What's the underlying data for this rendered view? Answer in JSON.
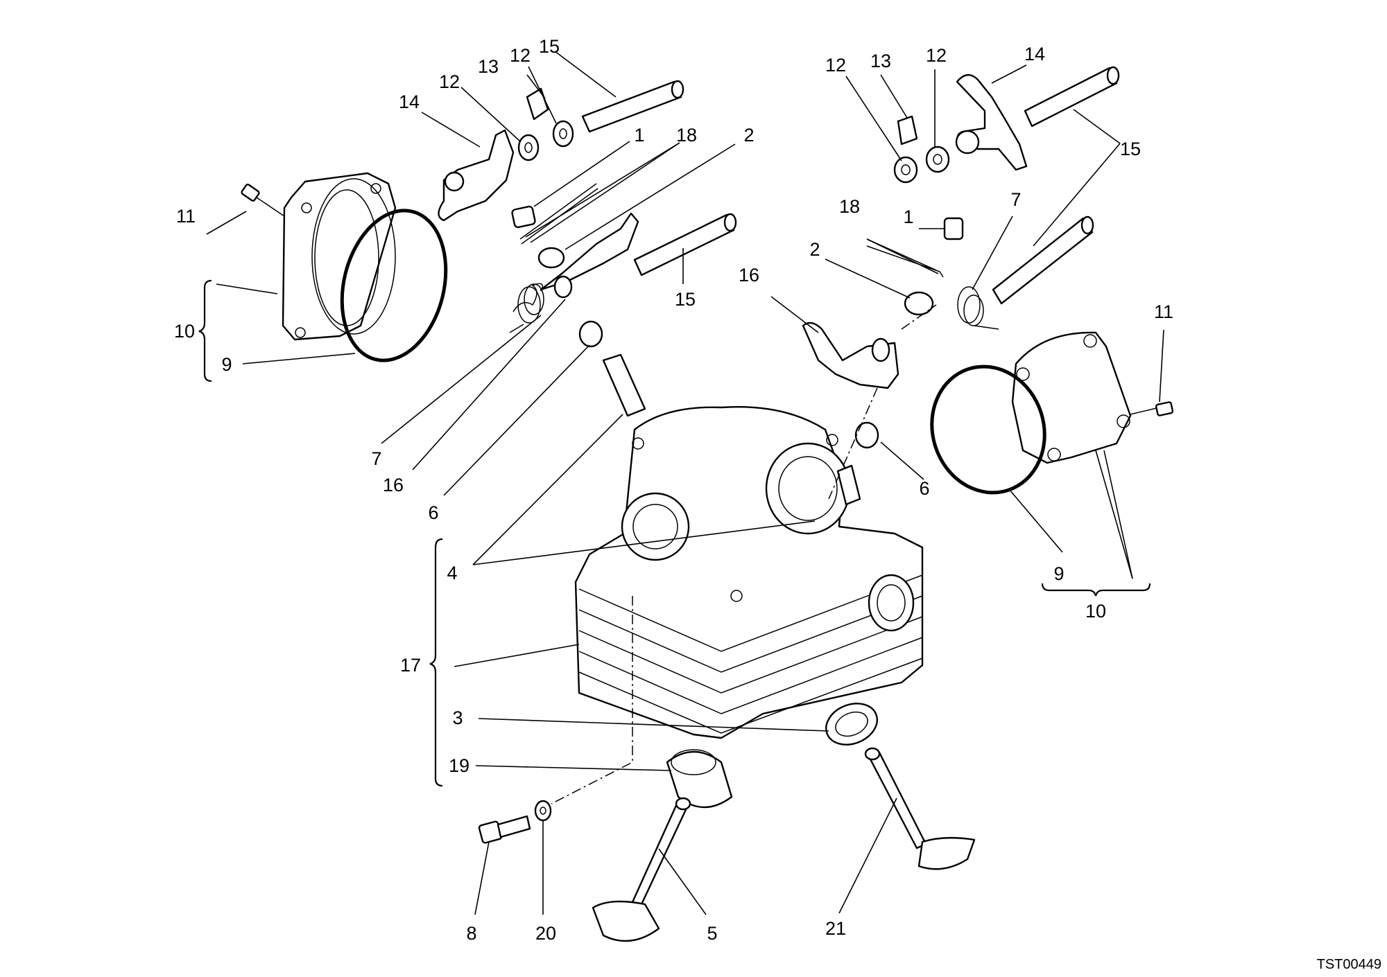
{
  "diagram_code": "TST00449",
  "callouts": [
    {
      "id": "1",
      "n": "1"
    },
    {
      "id": "1b",
      "n": "1"
    },
    {
      "id": "2",
      "n": "2"
    },
    {
      "id": "2b",
      "n": "2"
    },
    {
      "id": "3",
      "n": "3"
    },
    {
      "id": "4",
      "n": "4"
    },
    {
      "id": "5",
      "n": "5"
    },
    {
      "id": "6",
      "n": "6"
    },
    {
      "id": "6b",
      "n": "6"
    },
    {
      "id": "7",
      "n": "7"
    },
    {
      "id": "7b",
      "n": "7"
    },
    {
      "id": "8",
      "n": "8"
    },
    {
      "id": "9",
      "n": "9"
    },
    {
      "id": "9b",
      "n": "9"
    },
    {
      "id": "10",
      "n": "10"
    },
    {
      "id": "10b",
      "n": "10"
    },
    {
      "id": "11",
      "n": "11"
    },
    {
      "id": "11b",
      "n": "11"
    },
    {
      "id": "12a",
      "n": "12"
    },
    {
      "id": "12b",
      "n": "12"
    },
    {
      "id": "12c",
      "n": "12"
    },
    {
      "id": "12d",
      "n": "12"
    },
    {
      "id": "13",
      "n": "13"
    },
    {
      "id": "13b",
      "n": "13"
    },
    {
      "id": "14",
      "n": "14"
    },
    {
      "id": "14b",
      "n": "14"
    },
    {
      "id": "15a",
      "n": "15"
    },
    {
      "id": "15b",
      "n": "15"
    },
    {
      "id": "15c",
      "n": "15"
    },
    {
      "id": "16",
      "n": "16"
    },
    {
      "id": "16b",
      "n": "16"
    },
    {
      "id": "17",
      "n": "17"
    },
    {
      "id": "18",
      "n": "18"
    },
    {
      "id": "18b",
      "n": "18"
    },
    {
      "id": "19",
      "n": "19"
    },
    {
      "id": "20",
      "n": "20"
    },
    {
      "id": "21",
      "n": "21"
    }
  ]
}
